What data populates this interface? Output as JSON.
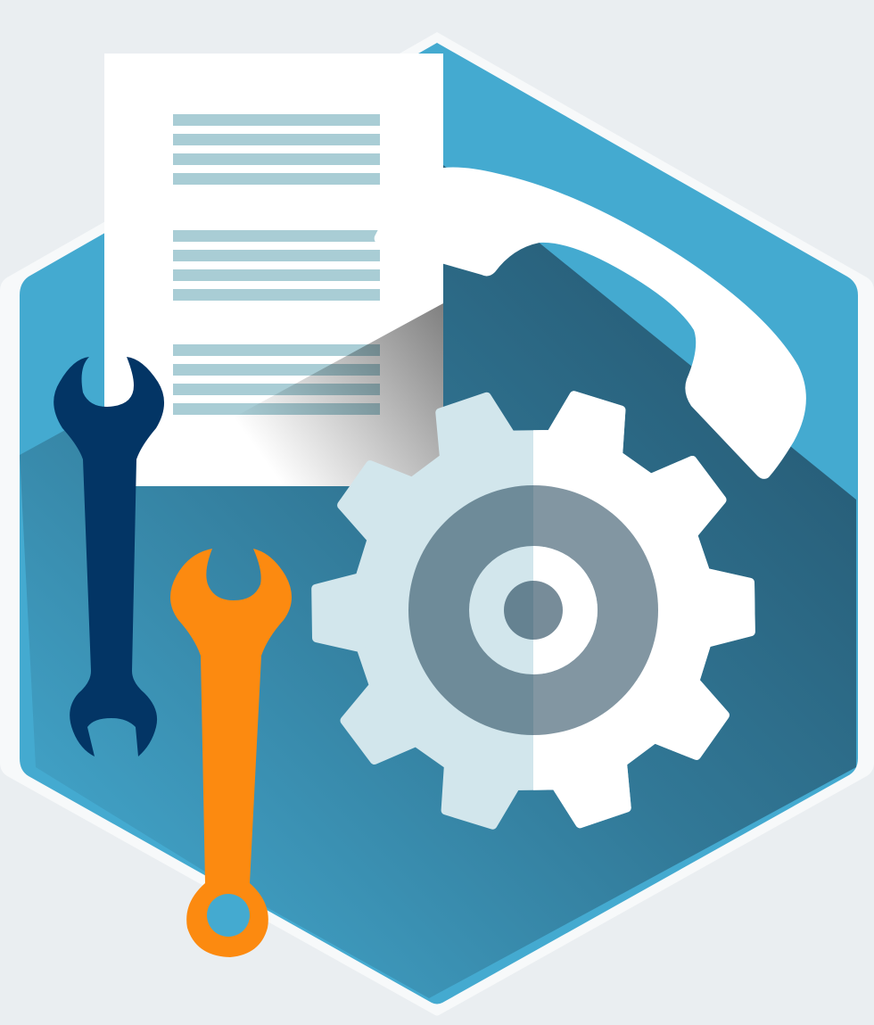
{
  "illustration": {
    "subject": "support-services",
    "elements": [
      "hexagon-badge",
      "document-icon",
      "telephone-handset-icon",
      "gear-icon",
      "wrench-icon-navy",
      "wrench-icon-orange"
    ]
  },
  "colors": {
    "background": "#EAEEF1",
    "hex_border": "#F7F9FA",
    "hex_fill": "#44AAD0",
    "shadow_dark": "#1C3F55",
    "paper": "#FFFFFF",
    "text_lines": "#A9CDD5",
    "gear_light": "#D2E6EC",
    "gear_white": "#FFFFFF",
    "wrench_navy": "#033565",
    "wrench_orange": "#FC8A10"
  },
  "document": {
    "line_groups": [
      4,
      4,
      4
    ]
  },
  "gear": {
    "teeth": 10
  }
}
